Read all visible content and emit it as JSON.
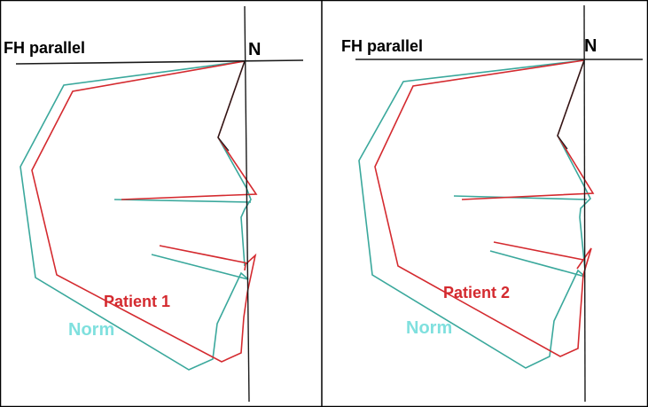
{
  "colors": {
    "norm": "#3aa89c",
    "patient": "#d42a2f",
    "reference": "#1a1a1a",
    "norm_label": "#7fe0de"
  },
  "panels": [
    {
      "reference_label": "FH parallel",
      "point_label": "N",
      "patient_label": "Patient 1",
      "norm_label": "Norm"
    },
    {
      "reference_label": "FH parallel",
      "point_label": "N",
      "patient_label": "Patient 2",
      "norm_label": "Norm"
    }
  ]
}
